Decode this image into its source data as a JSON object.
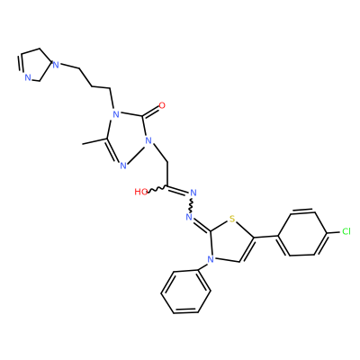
{
  "colors": {
    "bond": "#000000",
    "N": "#3050F8",
    "O": "#FF0D0D",
    "S": "#C8B400",
    "Cl": "#1FF01F"
  },
  "atoms": {
    "n_im1": "N",
    "n_im2": "N",
    "n_tz4": "N",
    "o_tz": "O",
    "n_tz1": "N",
    "n_tz2": "N",
    "o_h": "HO",
    "n_hz1": "N",
    "n_hz2": "N",
    "s_thz": "S",
    "n_thz": "N",
    "cl": "Cl"
  }
}
